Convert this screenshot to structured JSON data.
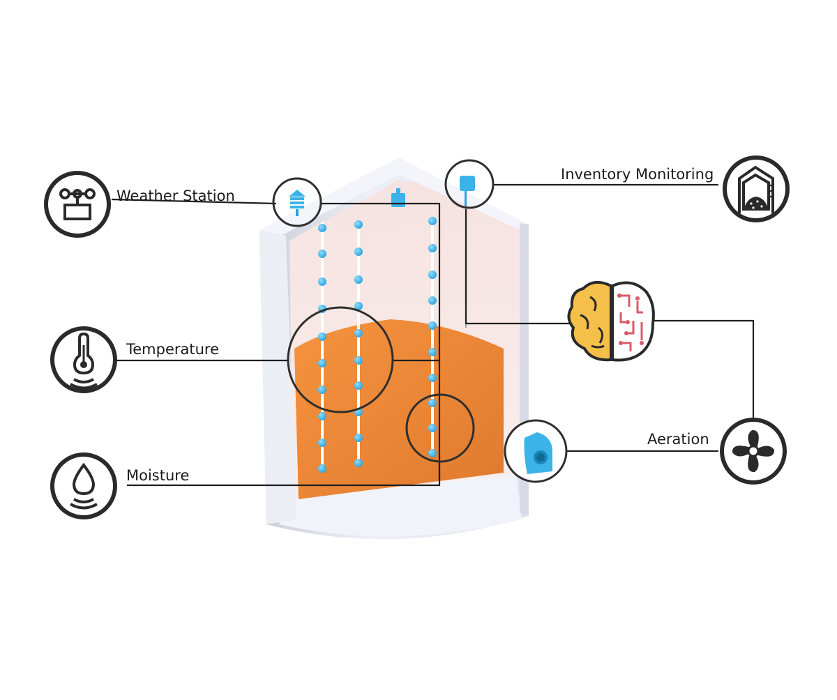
{
  "labels": {
    "weather_station": "Weather Station",
    "temperature": "Temperature",
    "moisture": "Moisture",
    "inventory_monitoring": "Inventory Monitoring",
    "aeration": "Aeration"
  },
  "icons": {
    "weather_station": "weather-station-icon",
    "temperature": "thermometer-icon",
    "moisture": "water-drop-icon",
    "inventory_monitoring": "grain-bin-icon",
    "analytics": "brain-circuit-icon",
    "aeration": "fan-icon"
  },
  "colors": {
    "line": "#1e1e1e",
    "icon_ring": "#2e2e2e",
    "grain": "#f08a3c",
    "sensor": "#3bb3e8",
    "silo_wall": "#e4e8f2",
    "brain_left": "#f5c04a",
    "brain_right_circuit": "#d9596a"
  }
}
